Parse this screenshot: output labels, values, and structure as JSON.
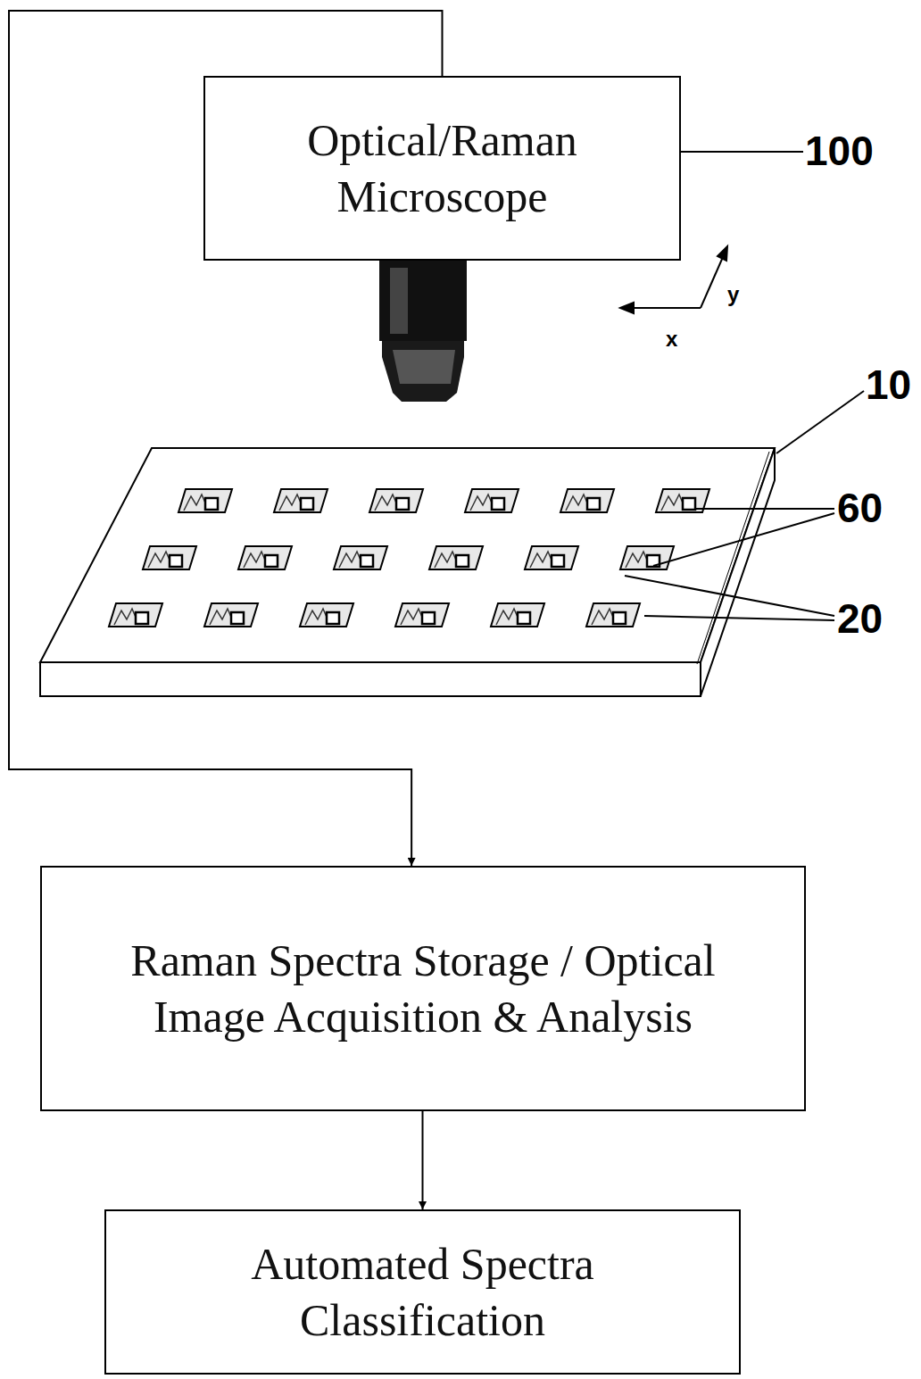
{
  "diagram": {
    "nodes": [
      {
        "text": [
          "Optical/Raman Microscope"
        ]
      },
      {
        "text": [
          "Raman Spectra Storage / Optical Image Acquisition & Analysis"
        ]
      },
      {
        "text": [
          "Automated Spectra Classification"
        ]
      }
    ],
    "edges": [
      {
        "from": 0,
        "to": 1,
        "arrow": "to"
      },
      {
        "from": 1,
        "to": 2,
        "arrow": "to"
      }
    ],
    "labels": [
      "100",
      "x",
      "y",
      "10",
      "60",
      "20"
    ]
  }
}
